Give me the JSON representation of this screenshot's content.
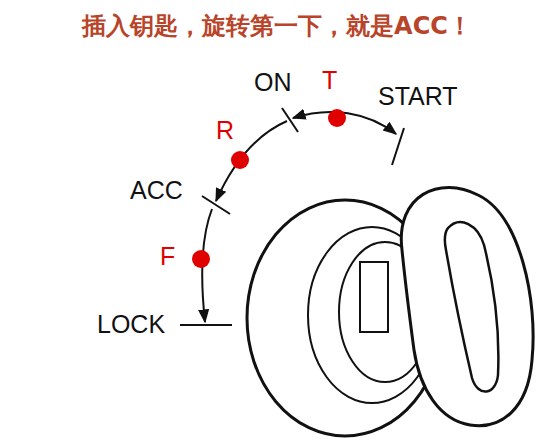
{
  "diagram": {
    "title": "插入钥匙，旋转第一下，就是ACC！",
    "labels": [
      "LOCK",
      "F",
      "ACC",
      "R",
      "ON",
      "T",
      "START"
    ]
  }
}
